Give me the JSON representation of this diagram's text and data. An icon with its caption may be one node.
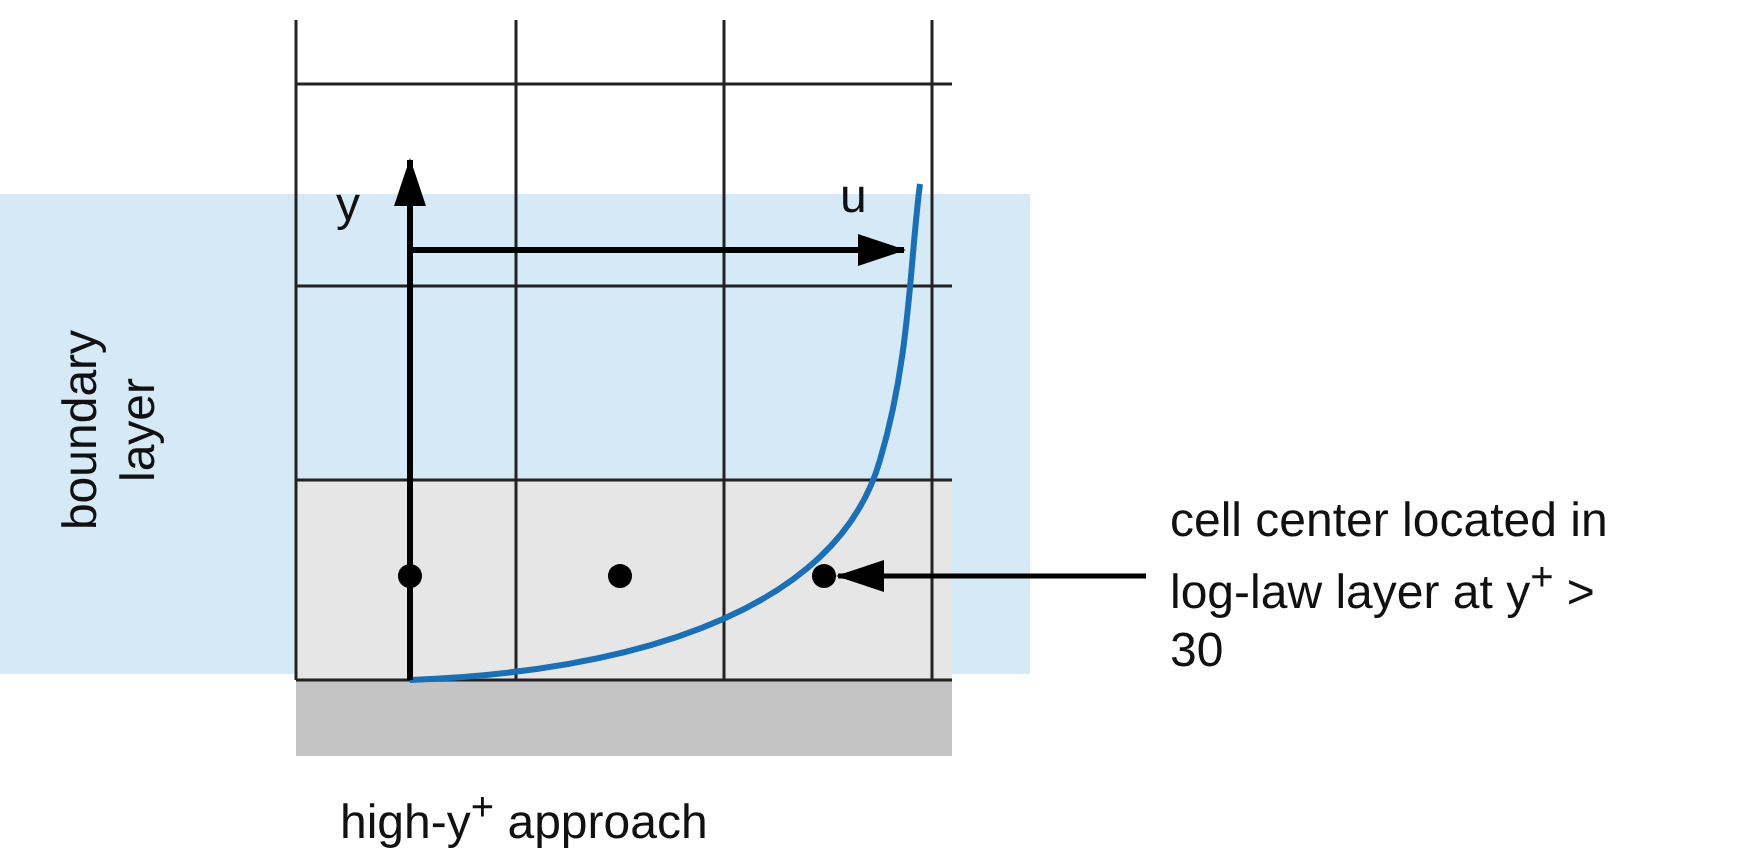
{
  "diagram": {
    "caption": "high-y$^{+}$ approach",
    "nodes": [
      {
        "text": [],
        "shape": "circle"
      },
      {
        "text": [],
        "shape": "circle"
      },
      {
        "text": [],
        "shape": "circle"
      },
      {
        "text": [
          "cell center located in log-law layer at y$^{+}$ > 30"
        ]
      }
    ],
    "edges": [
      {
        "from": 3,
        "to": 2,
        "arrow": "to"
      }
    ],
    "labels": [
      "boundary layer",
      "y",
      "u"
    ]
  }
}
